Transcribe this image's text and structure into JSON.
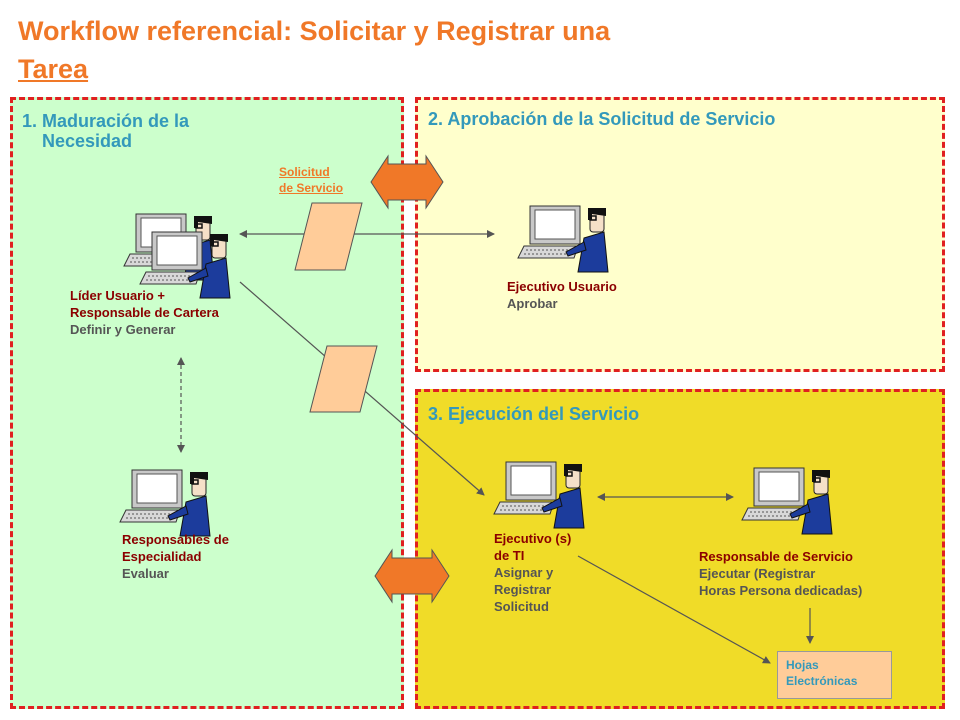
{
  "title": {
    "line1": "Workflow referencial: Solicitar y Registrar una",
    "line2": "Tarea"
  },
  "zones": {
    "z1": {
      "title_line1": "1. Maduración de la",
      "title_line2": "Necesidad"
    },
    "z2": {
      "title": "2. Aprobación de la Solicitud de Servicio"
    },
    "z3": {
      "title": "3. Ejecución del Servicio"
    }
  },
  "request_label": {
    "line1": "Solicitud",
    "line2": "de Servicio"
  },
  "roles": {
    "lider": {
      "name1": "Líder Usuario +",
      "name2": "Responsable de Cartera",
      "action": "Definir y Generar"
    },
    "ejecutivo_usuario": {
      "name": "Ejecutivo Usuario",
      "action": "Aprobar"
    },
    "especialidad": {
      "name1": "Responsables de",
      "name2": "Especialidad",
      "action": "Evaluar"
    },
    "ejecutivo_ti": {
      "name1": "Ejecutivo (s)",
      "name2": "de TI",
      "action1": "Asignar y",
      "action2": "Registrar",
      "action3": "Solicitud"
    },
    "responsable_servicio": {
      "name": "Responsable de Servicio",
      "action1": "Ejecutar (Registrar",
      "action2": "Horas Persona dedicadas)"
    }
  },
  "sheets": {
    "line1": "Hojas",
    "line2": "Electrónicas"
  },
  "colors": {
    "title": "#f07828",
    "zone_border": "#e02020",
    "zone1": "#ccffcc",
    "zone2": "#ffffcc",
    "zone3": "#f0dc28",
    "role_name": "#8b0000",
    "zone_title": "#3399bb",
    "document": "#ffcc99",
    "exchange_arrow": "#f07828"
  }
}
